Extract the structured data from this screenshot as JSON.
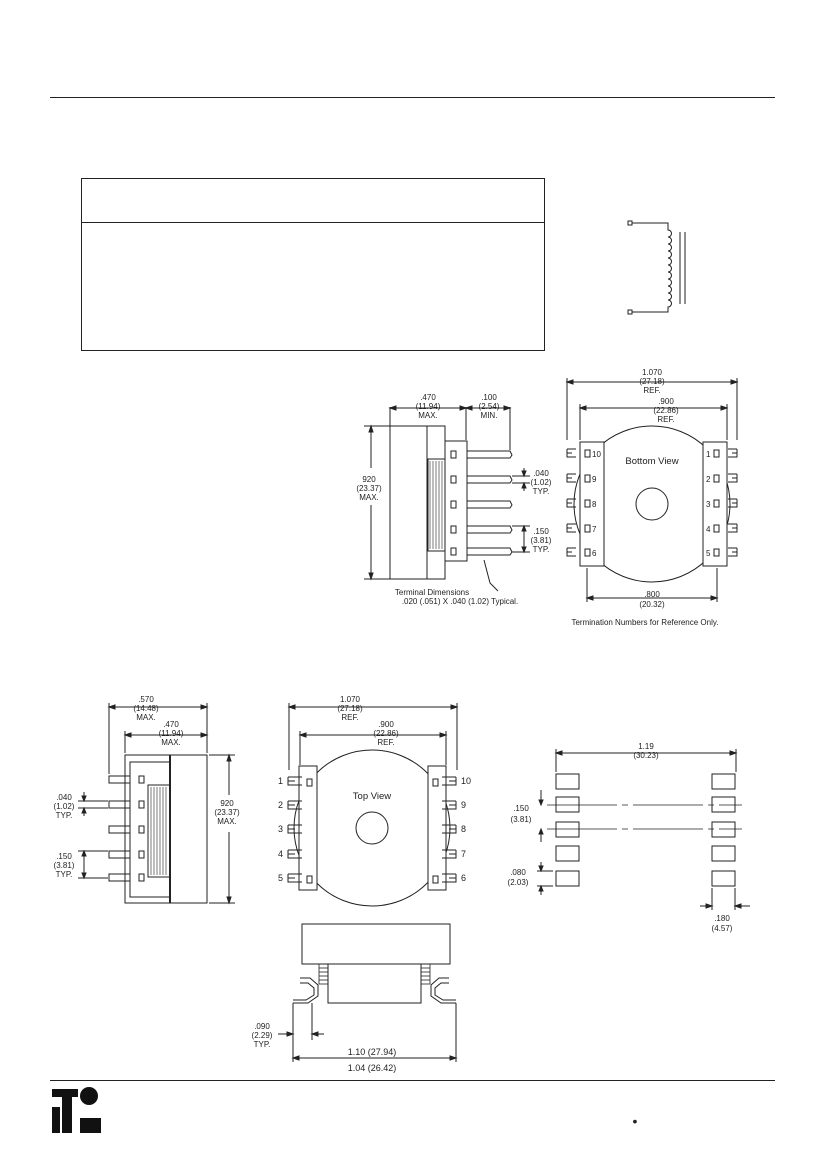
{
  "side_view": {
    "width_in": ".470",
    "width_mm": "(11.94)",
    "width_note": "MAX.",
    "pin_in": ".100",
    "pin_mm": "(2.54)",
    "pin_note": "MIN.",
    "height_in": "920",
    "height_mm": "(23.37)",
    "height_note": "MAX.",
    "term_w_in": ".040",
    "term_w_mm": "(1.02)",
    "term_w_note": "TYP.",
    "pitch_in": ".150",
    "pitch_mm": "(3.81)",
    "pitch_note": "TYP.",
    "terminal_caption_1": "Terminal Dimensions",
    "terminal_caption_2": ".020 (.051)  X .040 (1.02) Typical."
  },
  "bottom_view": {
    "title": "Bottom View",
    "overall_in": "1.070",
    "overall_mm": "(27.18)",
    "overall_note": "REF.",
    "span_in": ".900",
    "span_mm": "(22.86)",
    "span_note": "REF.",
    "body_in": ".800",
    "body_mm": "(20.32)",
    "left_pins": [
      "10",
      "9",
      "8",
      "7",
      "6"
    ],
    "right_pins": [
      "1",
      "2",
      "3",
      "4",
      "5"
    ],
    "note": "Termination Numbers for Reference Only."
  },
  "side_view_2": {
    "overall_in": ".570",
    "overall_mm": "(14.48)",
    "overall_note": "MAX.",
    "width_in": ".470",
    "width_mm": "(11.94)",
    "width_note": "MAX.",
    "height_in": "920",
    "height_mm": "(23.37)",
    "height_note": "MAX.",
    "term_w_in": ".040",
    "term_w_mm": "(1.02)",
    "term_w_note": "TYP.",
    "pitch_in": ".150",
    "pitch_mm": "(3.81)",
    "pitch_note": "TYP."
  },
  "top_view": {
    "title": "Top View",
    "overall_in": "1.070",
    "overall_mm": "(27.18)",
    "overall_note": "REF.",
    "span_in": ".900",
    "span_mm": "(22.86)",
    "span_note": "REF.",
    "left_pins": [
      "1",
      "2",
      "3",
      "4",
      "5"
    ],
    "right_pins": [
      "10",
      "9",
      "8",
      "7",
      "6"
    ]
  },
  "front_view": {
    "lead_in": ".090",
    "lead_mm": "(2.29)",
    "lead_note": "TYP.",
    "max_width": "1.10 (27.94)",
    "min_width": "1.04 (26.42)"
  },
  "footprint": {
    "span_in": "1.19",
    "span_mm": "(30.23)",
    "pitch_in": ".150",
    "pitch_mm": "(3.81)",
    "pad_h_in": ".080",
    "pad_h_mm": "(2.03)",
    "pad_w_in": ".180",
    "pad_w_mm": "(4.57)"
  },
  "footer": {
    "bullet": "•"
  }
}
